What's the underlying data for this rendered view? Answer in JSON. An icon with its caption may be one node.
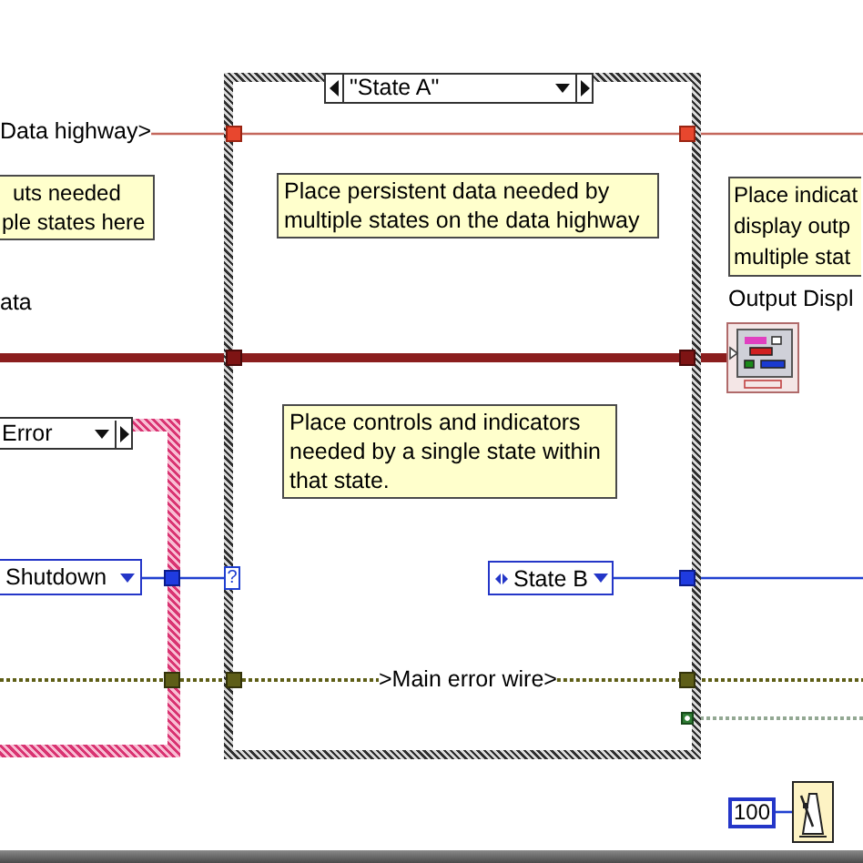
{
  "diagram": {
    "nodes": [
      {
        "text": [
          "Data highway>"
        ]
      },
      {
        "text": [
          "uts needed ple states here"
        ]
      },
      {
        "text": [
          "\"State A\""
        ]
      },
      {
        "text": [],
        "shape": "box",
        "in": 2
      },
      {
        "text": [],
        "shape": "box",
        "in": 2
      },
      {
        "text": [
          "Place persistent data needed by multiple states on the data highway"
        ],
        "in": 2
      },
      {
        "text": [
          "Place indicat display outp multiple stat"
        ]
      },
      {
        "text": [],
        "shape": "box",
        "in": 2
      },
      {
        "text": [],
        "shape": "box",
        "in": 2
      },
      {
        "text": [],
        "shape": "picture",
        "beside": [
          "Output Displ"
        ]
      },
      {
        "text": [
          "Place controls and indicators needed by a single state within that state."
        ],
        "in": 2
      },
      {
        "text": [
          "Error"
        ]
      },
      {
        "text": [
          "Shutdown"
        ],
        "in": 11
      },
      {
        "text": [],
        "shape": "box",
        "in": 11
      },
      {
        "text": [
          "?"
        ],
        "in": 2
      },
      {
        "text": [
          "State B"
        ],
        "in": 2
      },
      {
        "text": [],
        "shape": "box",
        "in": 2
      },
      {
        "text": [],
        "shape": "box",
        "in": 11
      },
      {
        "text": [],
        "shape": "box",
        "in": 2
      },
      {
        "text": [
          ">Main error wire>"
        ],
        "in": 2
      },
      {
        "text": [],
        "shape": "box",
        "in": 2
      },
      {
        "text": [],
        "shape": "box",
        "in": 2
      },
      {
        "text": [
          "100"
        ]
      },
      {
        "text": [],
        "shape": "picture"
      }
    ],
    "edges": [
      {
        "from": 0,
        "to": 3,
        "arrow": "none",
        "color": "#c4675c"
      },
      {
        "from": 3,
        "to": 4,
        "arrow": "none",
        "color": "#c4675c"
      },
      {
        "from": 4,
        "to": null,
        "arrow": "none",
        "color": "#c4675c"
      },
      {
        "from": null,
        "to": 7,
        "arrow": "none",
        "style": "thick",
        "color": "#8b1e1e"
      },
      {
        "from": 7,
        "to": 8,
        "arrow": "none",
        "style": "thick",
        "color": "#8b1e1e"
      },
      {
        "from": 8,
        "to": 9,
        "arrow": "none",
        "style": "thick",
        "color": "#8b1e1e"
      },
      {
        "from": 12,
        "to": 13,
        "arrow": "none",
        "color": "#2040d0"
      },
      {
        "from": 13,
        "to": 14,
        "arrow": "none",
        "color": "#2040d0"
      },
      {
        "from": 15,
        "to": 16,
        "arrow": "none",
        "color": "#2040d0"
      },
      {
        "from": 16,
        "to": null,
        "arrow": "none",
        "color": "#2040d0"
      },
      {
        "from": 11,
        "to": 17,
        "arrow": "none",
        "style": "dashed",
        "color": "#5e5e16"
      },
      {
        "from": 17,
        "to": 18,
        "arrow": "none",
        "style": "dashed",
        "color": "#5e5e16"
      },
      {
        "from": 18,
        "to": 19,
        "arrow": "none",
        "style": "dashed",
        "color": "#5e5e16"
      },
      {
        "from": 19,
        "to": 20,
        "arrow": "none",
        "style": "dashed",
        "color": "#5e5e16"
      },
      {
        "from": 20,
        "to": null,
        "arrow": "none",
        "style": "dashed",
        "color": "#5e5e16"
      },
      {
        "from": 21,
        "to": null,
        "arrow": "none",
        "style": "dashed",
        "color": "#93a893"
      },
      {
        "from": 22,
        "to": 23,
        "arrow": "none",
        "color": "#2040d0"
      }
    ],
    "labels": [
      "ata"
    ]
  }
}
